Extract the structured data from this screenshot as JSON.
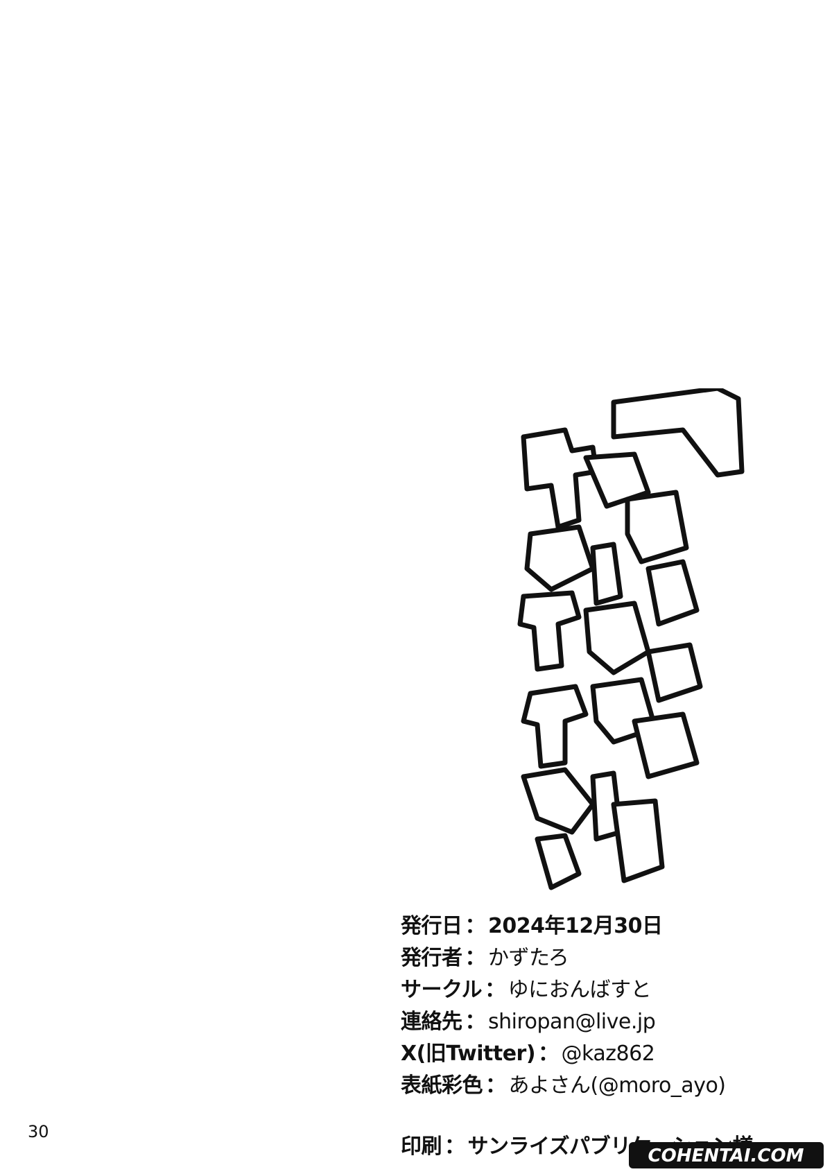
{
  "title_art": {
    "text": "アナグロじゃなくて、サメがいいから!!"
  },
  "colophon": {
    "rows": [
      {
        "label": "発行日",
        "sep": "：",
        "value": "2024年12月30日"
      },
      {
        "label": "発行者",
        "sep": "：",
        "value": "かずたろ"
      },
      {
        "label": "サークル",
        "sep": "：",
        "value": "ゆにおんばすと"
      },
      {
        "label": "連絡先",
        "sep": "：",
        "value": "shiropan@live.jp"
      },
      {
        "label": "X(旧Twitter)",
        "sep": "：",
        "value": "@kaz862"
      },
      {
        "label": "表紙彩色",
        "sep": "：",
        "value": "あよさん(@moro_ayo)"
      }
    ],
    "printer": {
      "label": "印刷",
      "sep": "：",
      "value": "サンライズパブリケーション様"
    }
  },
  "page_number": "30",
  "watermark": {
    "text": "COHENTAI.COM"
  }
}
